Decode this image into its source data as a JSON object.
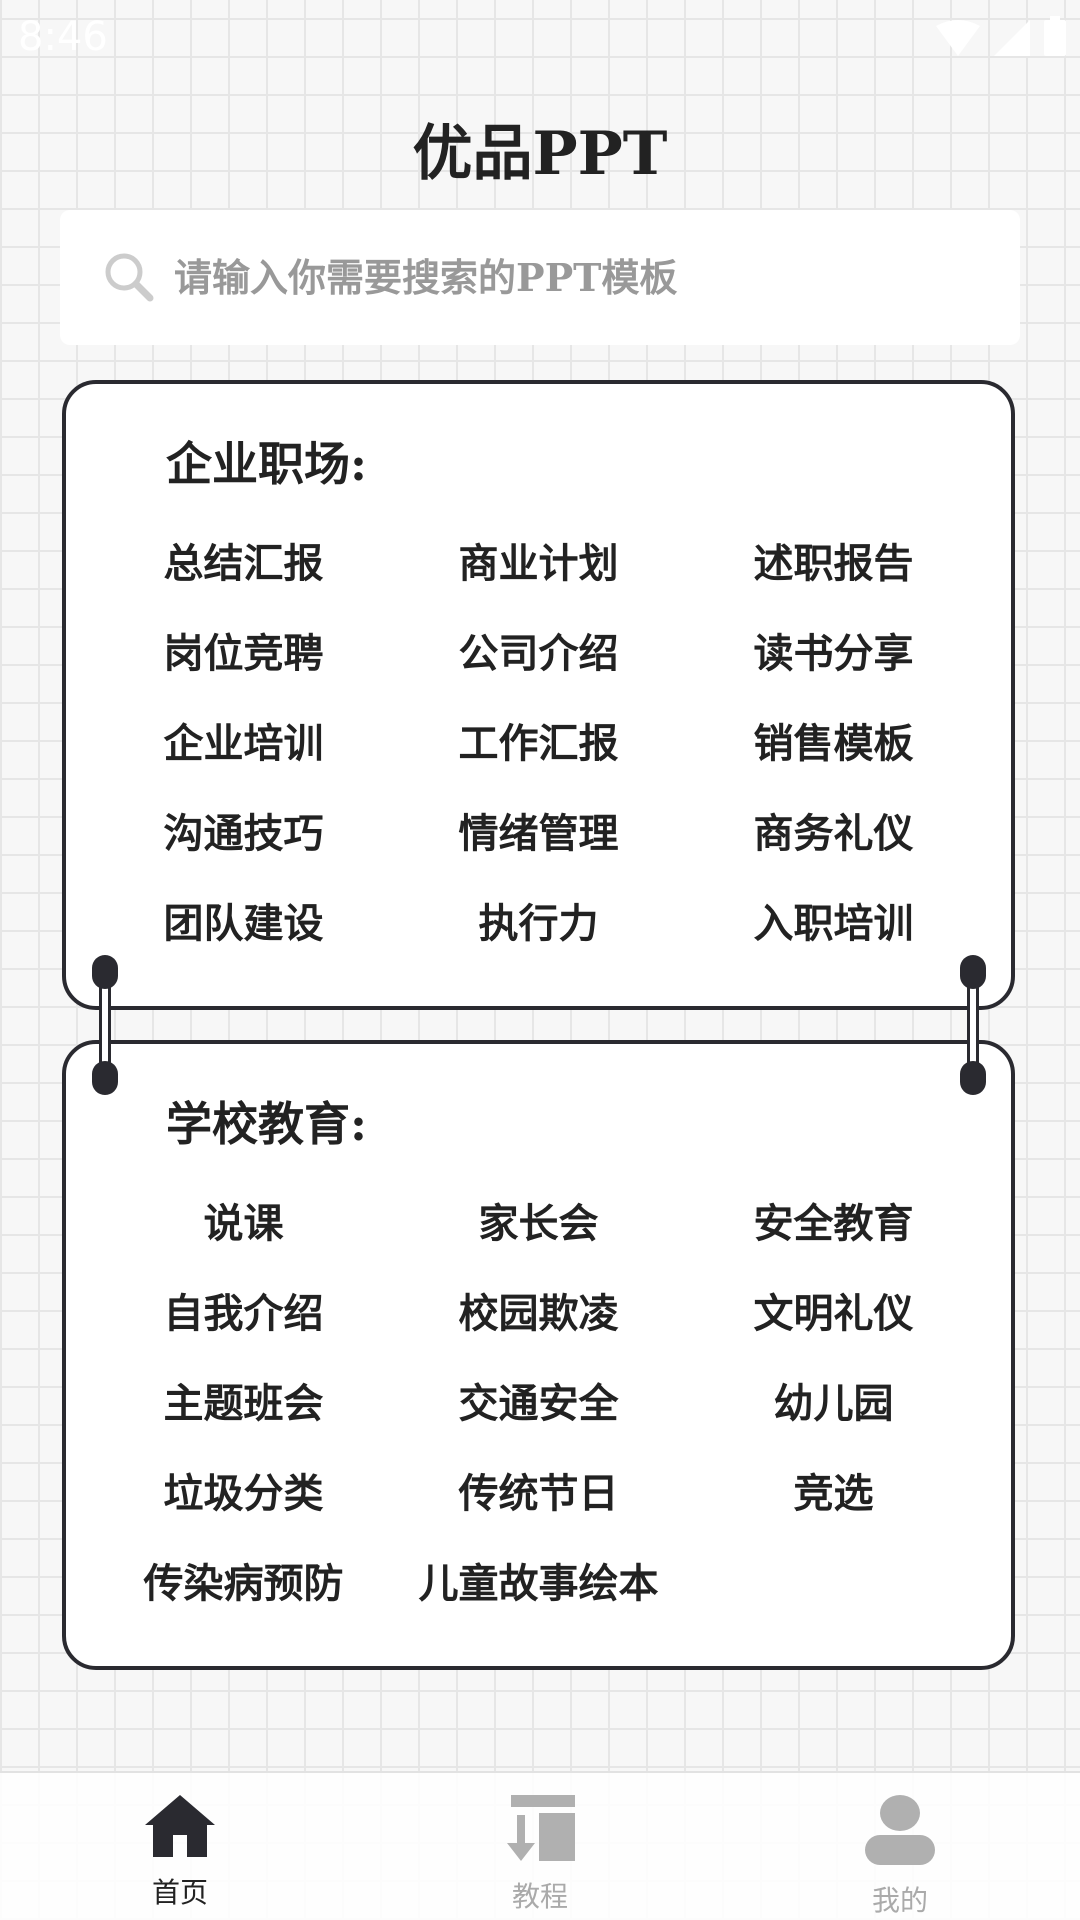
{
  "status": {
    "time": "8:46"
  },
  "header": {
    "title": "优品PPT"
  },
  "search": {
    "placeholder": "请输入你需要搜索的PPT模板"
  },
  "sections": [
    {
      "title": "企业职场:",
      "items": [
        "总结汇报",
        "商业计划",
        "述职报告",
        "岗位竞聘",
        "公司介绍",
        "读书分享",
        "企业培训",
        "工作汇报",
        "销售模板",
        "沟通技巧",
        "情绪管理",
        "商务礼仪",
        "团队建设",
        "执行力",
        "入职培训"
      ]
    },
    {
      "title": "学校教育:",
      "items": [
        "说课",
        "家长会",
        "安全教育",
        "自我介绍",
        "校园欺凌",
        "文明礼仪",
        "主题班会",
        "交通安全",
        "幼儿园",
        "垃圾分类",
        "传统节日",
        "竞选",
        "传染病预防",
        "儿童故事绘本"
      ]
    }
  ],
  "nav": [
    {
      "label": "首页",
      "icon": "home-icon",
      "active": true
    },
    {
      "label": "教程",
      "icon": "tutorial-icon",
      "active": false
    },
    {
      "label": "我的",
      "icon": "profile-icon",
      "active": false
    }
  ],
  "colors": {
    "accent": "#2a2a30",
    "highlight": "#f5ef9a",
    "inactive": "#b0b0b0"
  }
}
